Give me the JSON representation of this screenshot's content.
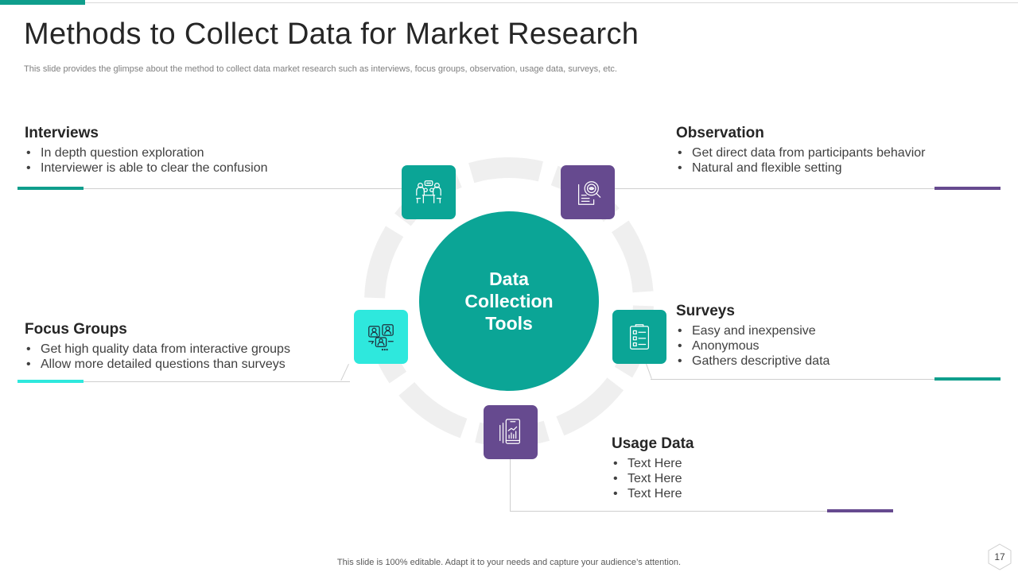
{
  "slide": {
    "title": "Methods to Collect Data for Market Research",
    "subtitle": "This slide provides the glimpse about the method to collect data market research such as interviews, focus groups, observation, usage data, surveys, etc.",
    "center_label": "Data\nCollection\nTools",
    "footer": "This slide is 100% editable. Adapt it to your needs and capture your audience’s attention.",
    "page_number": "17"
  },
  "colors": {
    "teal": "#0ba596",
    "purple": "#664a8f",
    "cyan": "#2ee8dd",
    "ring_gray": "#efefef"
  },
  "methods": {
    "interviews": {
      "heading": "Interviews",
      "bullets": [
        "In depth question exploration",
        "Interviewer  is able to clear the confusion"
      ],
      "icon": "meeting-people-icon"
    },
    "observation": {
      "heading": "Observation",
      "bullets": [
        "Get direct data from participants behavior",
        "Natural and flexible setting"
      ],
      "icon": "magnifier-report-icon"
    },
    "focus_groups": {
      "heading": "Focus Groups",
      "bullets": [
        "Get high quality data from interactive groups",
        "Allow more detailed questions than surveys"
      ],
      "icon": "group-chat-icon"
    },
    "surveys": {
      "heading": "Surveys",
      "bullets": [
        "Easy and inexpensive",
        "Anonymous",
        "Gathers descriptive data"
      ],
      "icon": "clipboard-checklist-icon"
    },
    "usage_data": {
      "heading": "Usage Data",
      "bullets": [
        "Text Here",
        "Text Here",
        "Text Here"
      ],
      "icon": "mobile-chart-icon"
    }
  }
}
